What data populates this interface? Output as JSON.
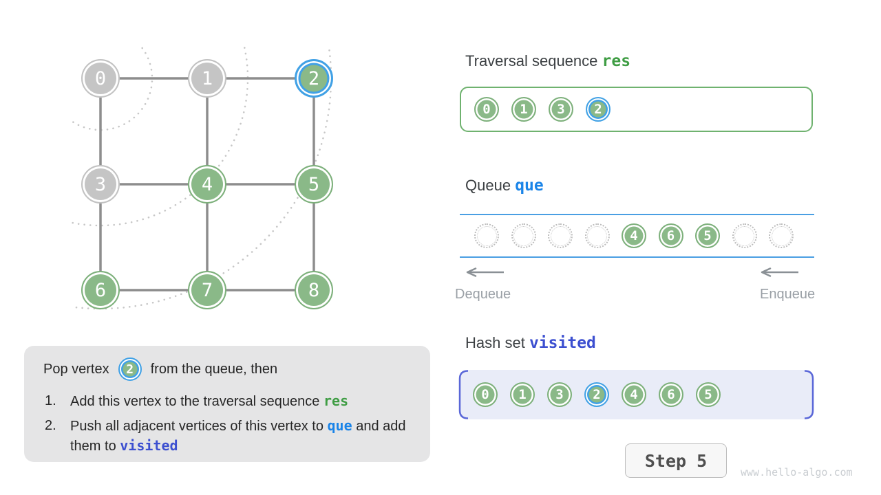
{
  "colors": {
    "node_green": "#8ab988",
    "node_gray": "#c5c5c5",
    "current_ring_blue": "#41a1e6",
    "res_green": "#3f9d44",
    "que_blue": "#1a84e8",
    "visited_indigo": "#3c4fd0",
    "queue_line_blue": "#4a9fe3",
    "hash_fill": "#e9ecf8"
  },
  "graph": {
    "nodes": [
      {
        "label": "0",
        "state": "gray"
      },
      {
        "label": "1",
        "state": "gray"
      },
      {
        "label": "2",
        "state": "current"
      },
      {
        "label": "3",
        "state": "gray"
      },
      {
        "label": "4",
        "state": "green"
      },
      {
        "label": "5",
        "state": "green"
      },
      {
        "label": "6",
        "state": "green"
      },
      {
        "label": "7",
        "state": "green"
      },
      {
        "label": "8",
        "state": "green"
      }
    ]
  },
  "explanation": {
    "intro_before": "Pop vertex",
    "intro_vertex": "2",
    "intro_after": "from the queue, then",
    "item1_num": "1.",
    "item1_text": "Add this vertex to the traversal sequence ",
    "item1_code": "res",
    "item2_num": "2.",
    "item2_text": "Push all adjacent vertices of this vertex to ",
    "item2_code": "que",
    "item2_text2": " and add them to ",
    "item2_code2": "visited"
  },
  "sections": {
    "res": {
      "title": "Traversal sequence",
      "term": "res",
      "items": [
        {
          "label": "0",
          "state": "green"
        },
        {
          "label": "1",
          "state": "green"
        },
        {
          "label": "3",
          "state": "green"
        },
        {
          "label": "2",
          "state": "current"
        }
      ]
    },
    "queue": {
      "title": "Queue",
      "term": "que",
      "slots": [
        {
          "label": "",
          "state": "empty"
        },
        {
          "label": "",
          "state": "empty"
        },
        {
          "label": "",
          "state": "empty"
        },
        {
          "label": "",
          "state": "empty"
        },
        {
          "label": "4",
          "state": "green"
        },
        {
          "label": "6",
          "state": "green"
        },
        {
          "label": "5",
          "state": "green"
        },
        {
          "label": "",
          "state": "empty"
        },
        {
          "label": "",
          "state": "empty"
        }
      ],
      "dequeue_label": "Dequeue",
      "enqueue_label": "Enqueue"
    },
    "visited": {
      "title": "Hash set",
      "term": "visited",
      "items": [
        {
          "label": "0",
          "state": "green"
        },
        {
          "label": "1",
          "state": "green"
        },
        {
          "label": "3",
          "state": "green"
        },
        {
          "label": "2",
          "state": "current"
        },
        {
          "label": "4",
          "state": "green"
        },
        {
          "label": "6",
          "state": "green"
        },
        {
          "label": "5",
          "state": "green"
        }
      ]
    }
  },
  "footer": {
    "step_label": "Step 5",
    "watermark": "www.hello-algo.com"
  }
}
